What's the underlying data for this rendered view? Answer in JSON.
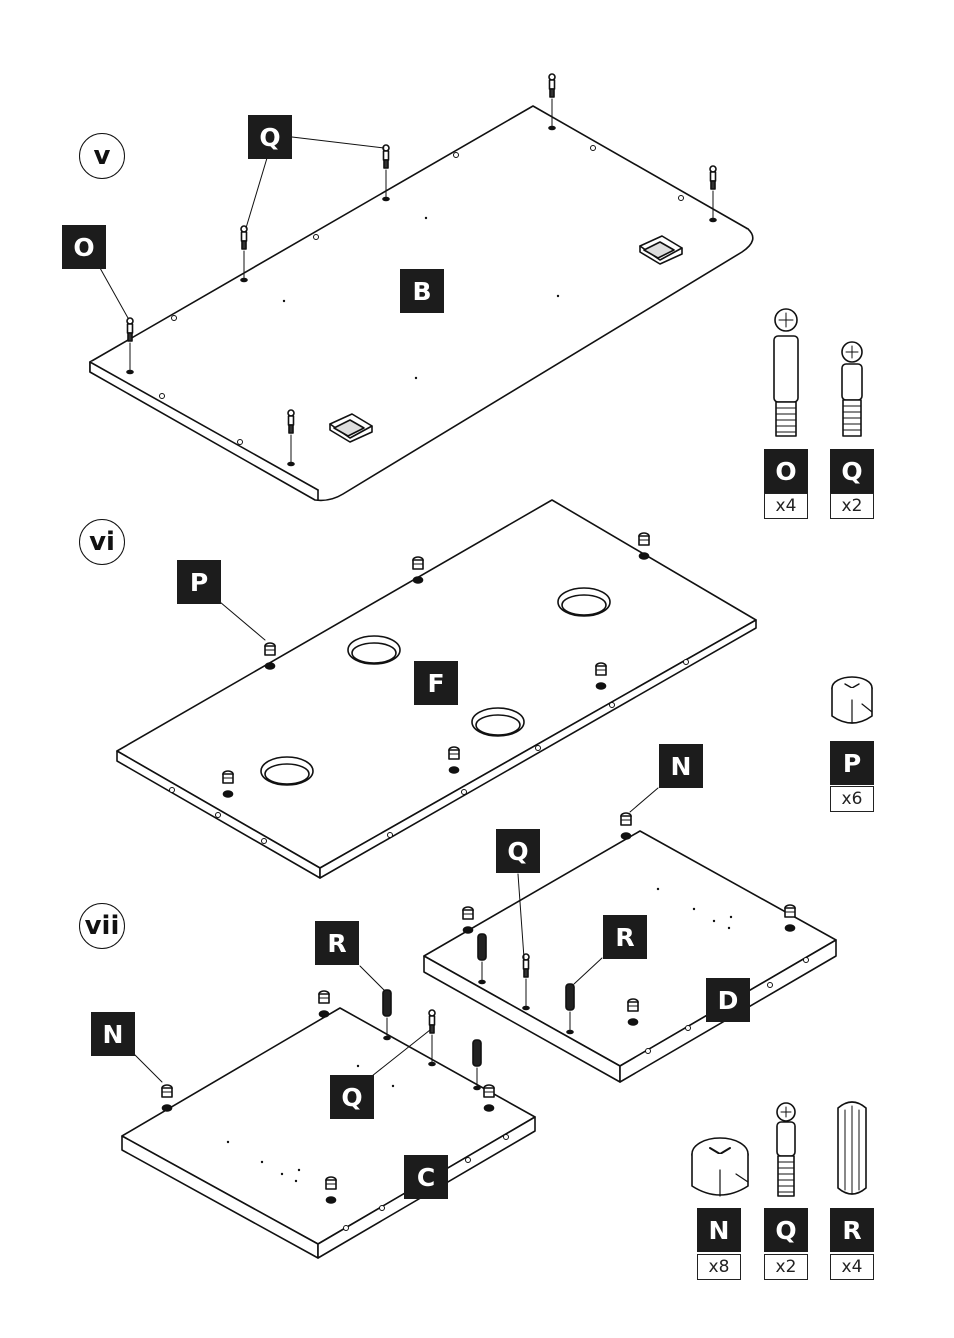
{
  "steps": {
    "s5": "v",
    "s6": "vi",
    "s7": "vii"
  },
  "parts": {
    "O": "O",
    "Q": "Q",
    "P": "P",
    "N": "N",
    "R": "R",
    "B": "B",
    "F": "F",
    "C": "C",
    "D": "D"
  },
  "quantities": {
    "O": "x4",
    "Q_top": "x2",
    "P": "x6",
    "N": "x8",
    "Q_bottom": "x2",
    "R": "x4"
  },
  "colors": {
    "ink": "#1c1c1c",
    "paper": "#ffffff"
  }
}
